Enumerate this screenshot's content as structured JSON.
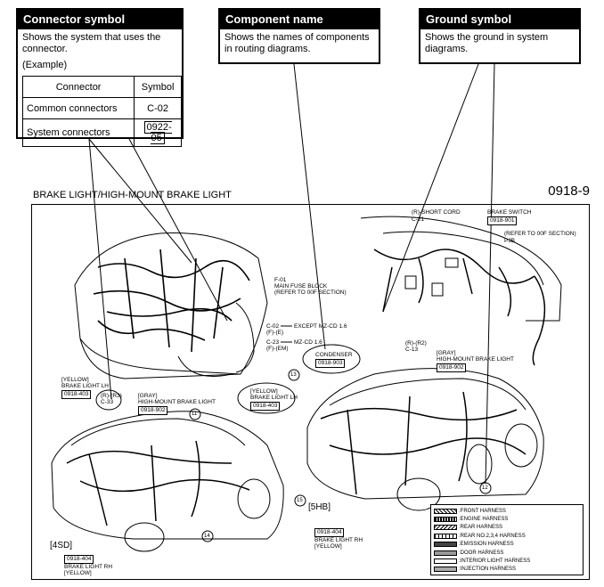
{
  "callouts": {
    "connector": {
      "title": "Connector symbol",
      "desc": "Shows the system that uses the connector.",
      "example_label": "(Example)",
      "table_headers": [
        "Connector",
        "Symbol"
      ],
      "rows": [
        {
          "name": "Common connectors",
          "symbol": "C-02"
        },
        {
          "name": "System connectors",
          "symbol": "0922-05"
        }
      ]
    },
    "component": {
      "title": "Component name",
      "desc": "Shows the names of components in routing diagrams."
    },
    "ground": {
      "title": "Ground symbol",
      "desc": "Shows the ground in system diagrams."
    }
  },
  "diagram": {
    "title": "BRAKE LIGHT/HIGH-MOUNT BRAKE LIGHT",
    "code": "0918-9",
    "variants": [
      "[4SD]",
      "[5HB]"
    ],
    "labels": {
      "r_short_cord": "(R)-SHORT CORD",
      "c21": "C-21",
      "brake_switch": "BRAKE SWITCH",
      "brake_switch_code": "0918-901",
      "refer_00f": "(REFER TO 00F SECTION)",
      "pjb": "PJB",
      "f01": "F-01",
      "main_fuse": "MAIN FUSE BLOCK",
      "refer_00f_2": "(REFER TO 00F SECTION)",
      "c02": "C-02",
      "c02_note": "EXCEPT MZ-CD 1.6",
      "c02_sub": "(F)-(E)",
      "c23": "C-23",
      "c23_note": "MZ-CD 1.6",
      "c23_sub": "(F)-(EM)",
      "condenser": "CONDENSER",
      "condenser_code": "0918-903",
      "r_r2": "(R)-(R2)",
      "c13": "C-13",
      "gray_hm_5hb": "[GRAY]",
      "hm_5hb": "HIGH-MOUNT BRAKE LIGHT",
      "hm_5hb_code": "0918-902",
      "yellow_lh_4sd": "[YELLOW]",
      "lh_4sd": "BRAKE LIGHT LH",
      "lh_4sd_code": "0918-403",
      "r_r3": "(R)-(R3)",
      "c33": "C-33",
      "gray_hm_4sd": "[GRAY]",
      "hm_4sd": "HIGH-MOUNT BRAKE LIGHT",
      "hm_4sd_code": "0918-902",
      "yellow_lh_5hb": "[YELLOW]",
      "lh_5hb": "BRAKE LIGHT LH",
      "lh_5hb_code": "0918-403",
      "rh_5hb_code": "0918-404",
      "rh_5hb": "BRAKE LIGHT RH",
      "rh_5hb_color": "[YELLOW]",
      "rh_4sd_code": "0918-404",
      "rh_4sd": "BRAKE LIGHT RH",
      "rh_4sd_color": "[YELLOW]",
      "g11": "11",
      "g13": "13",
      "g14": "14",
      "g15": "15",
      "g12": "12"
    },
    "legend": [
      {
        "label": ":FRONT HARNESS",
        "pattern": "#888"
      },
      {
        "label": ":ENGINE HARNESS",
        "pattern": "#222"
      },
      {
        "label": ":REAR HARNESS",
        "pattern": "#bbb"
      },
      {
        "label": ":REAR NO.2,3,4 HARNESS",
        "pattern": "#fff"
      },
      {
        "label": ":EMISSION HARNESS",
        "pattern": "#444"
      },
      {
        "label": ":DOOR HARNESS",
        "pattern": "#999"
      },
      {
        "label": ":INTERIOR LIGHT HARNESS",
        "pattern": "#fff"
      },
      {
        "label": ":INJECTION HARNESS",
        "pattern": "#aaa"
      }
    ]
  }
}
